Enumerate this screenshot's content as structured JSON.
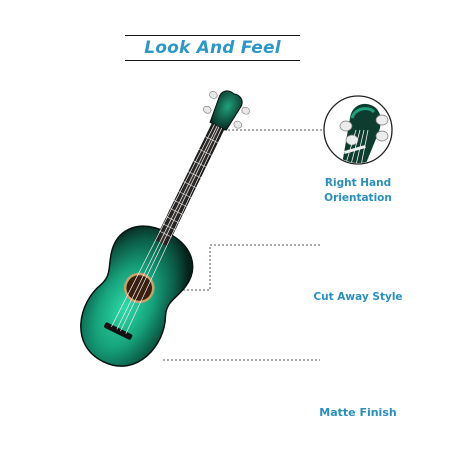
{
  "heading": {
    "title": "Look And Feel"
  },
  "features": [
    {
      "label": "Right Hand Orientation",
      "icon": "headstock-closeup-icon"
    },
    {
      "label": "Cut Away Style",
      "icon": "cutaway-body-closeup-icon"
    },
    {
      "label": "Matte Finish",
      "icon": "matte-finish-closeup-icon"
    }
  ],
  "colors": {
    "title": "#2b98c8",
    "label": "#2a8fbd",
    "body_green": "#1aa07a",
    "body_dark": "#0c1d18"
  }
}
